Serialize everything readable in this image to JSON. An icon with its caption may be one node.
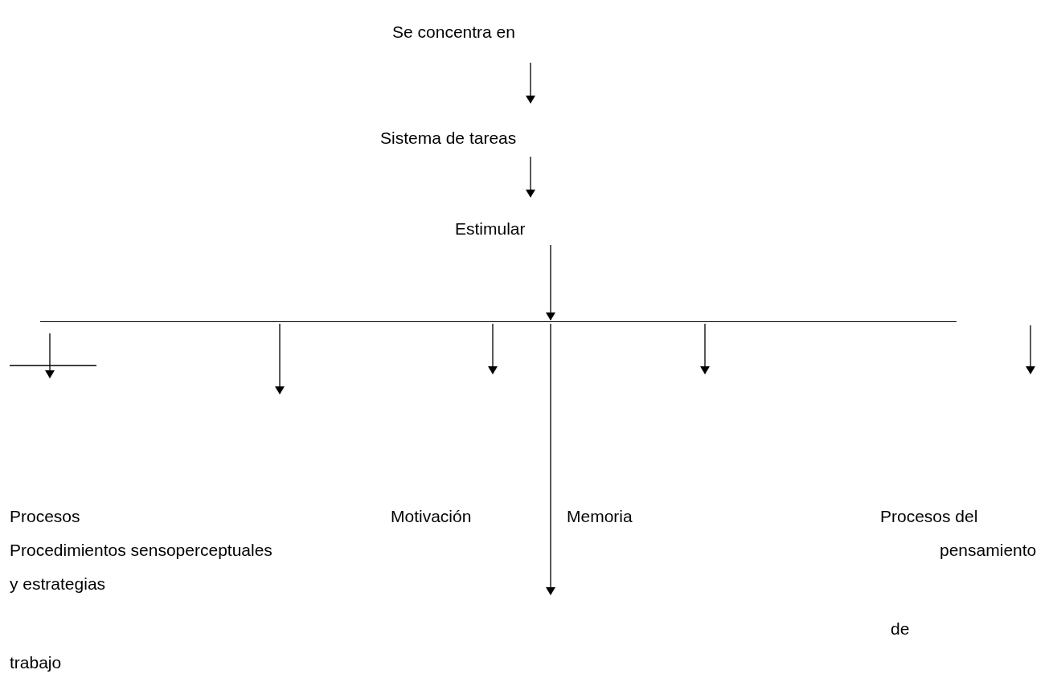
{
  "diagram": {
    "nodes": [
      {
        "text": [
          "Se concentra en"
        ]
      },
      {
        "text": [
          "Sistema de tareas"
        ]
      },
      {
        "text": [
          "Estimular"
        ]
      },
      {
        "text": [],
        "shape": "bar"
      }
    ],
    "edges": [
      {
        "from": 0,
        "to": 1,
        "arrow": "to"
      },
      {
        "from": 1,
        "to": 2,
        "arrow": "to"
      },
      {
        "from": 2,
        "to": 3,
        "arrow": "to"
      },
      {
        "from": 3,
        "to": null,
        "arrow": "to"
      },
      {
        "from": 3,
        "to": null,
        "arrow": "to"
      },
      {
        "from": 3,
        "to": null,
        "arrow": "to"
      },
      {
        "from": 3,
        "to": null,
        "arrow": "to"
      },
      {
        "from": 3,
        "to": null,
        "arrow": "to"
      }
    ],
    "labels": [
      "Procesos",
      "Motivación",
      "Memoria",
      "Procesos del",
      "Procedimientos sensoperceptuales",
      "pensamiento",
      "y estrategias",
      "de",
      "trabajo"
    ]
  }
}
